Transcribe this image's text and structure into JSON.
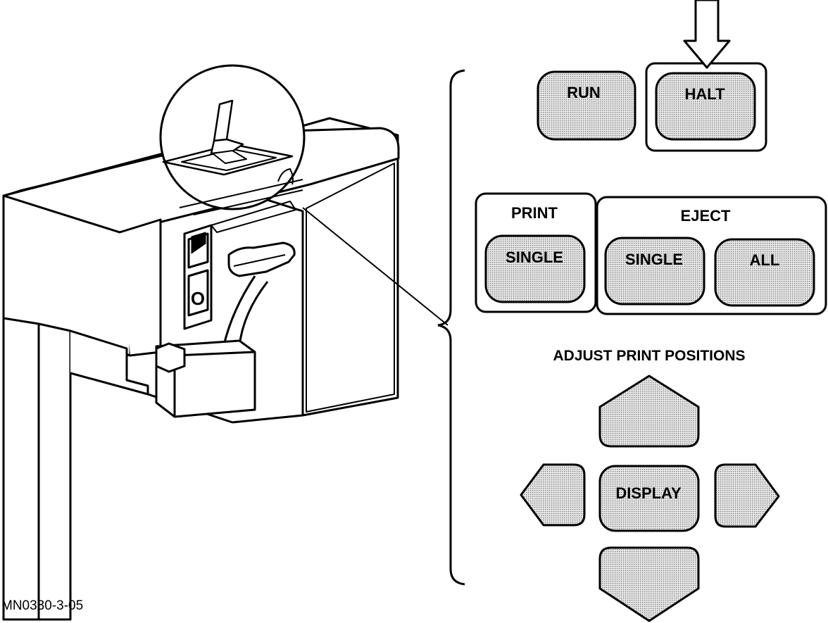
{
  "panel": {
    "run_label": "RUN",
    "halt_label": "HALT",
    "print_group_label": "PRINT",
    "print_single_label": "SINGLE",
    "eject_group_label": "EJECT",
    "eject_single_label": "SINGLE",
    "eject_all_label": "ALL",
    "adjust_heading": "ADJUST PRINT POSITIONS",
    "display_label": "DISPLAY"
  },
  "printer": {
    "switch_off_mark": "O"
  },
  "figure_id": "MN0330-3-05",
  "colors": {
    "ink": "#000000",
    "paper": "#ffffff",
    "button_fill": "#c8c8c8"
  }
}
